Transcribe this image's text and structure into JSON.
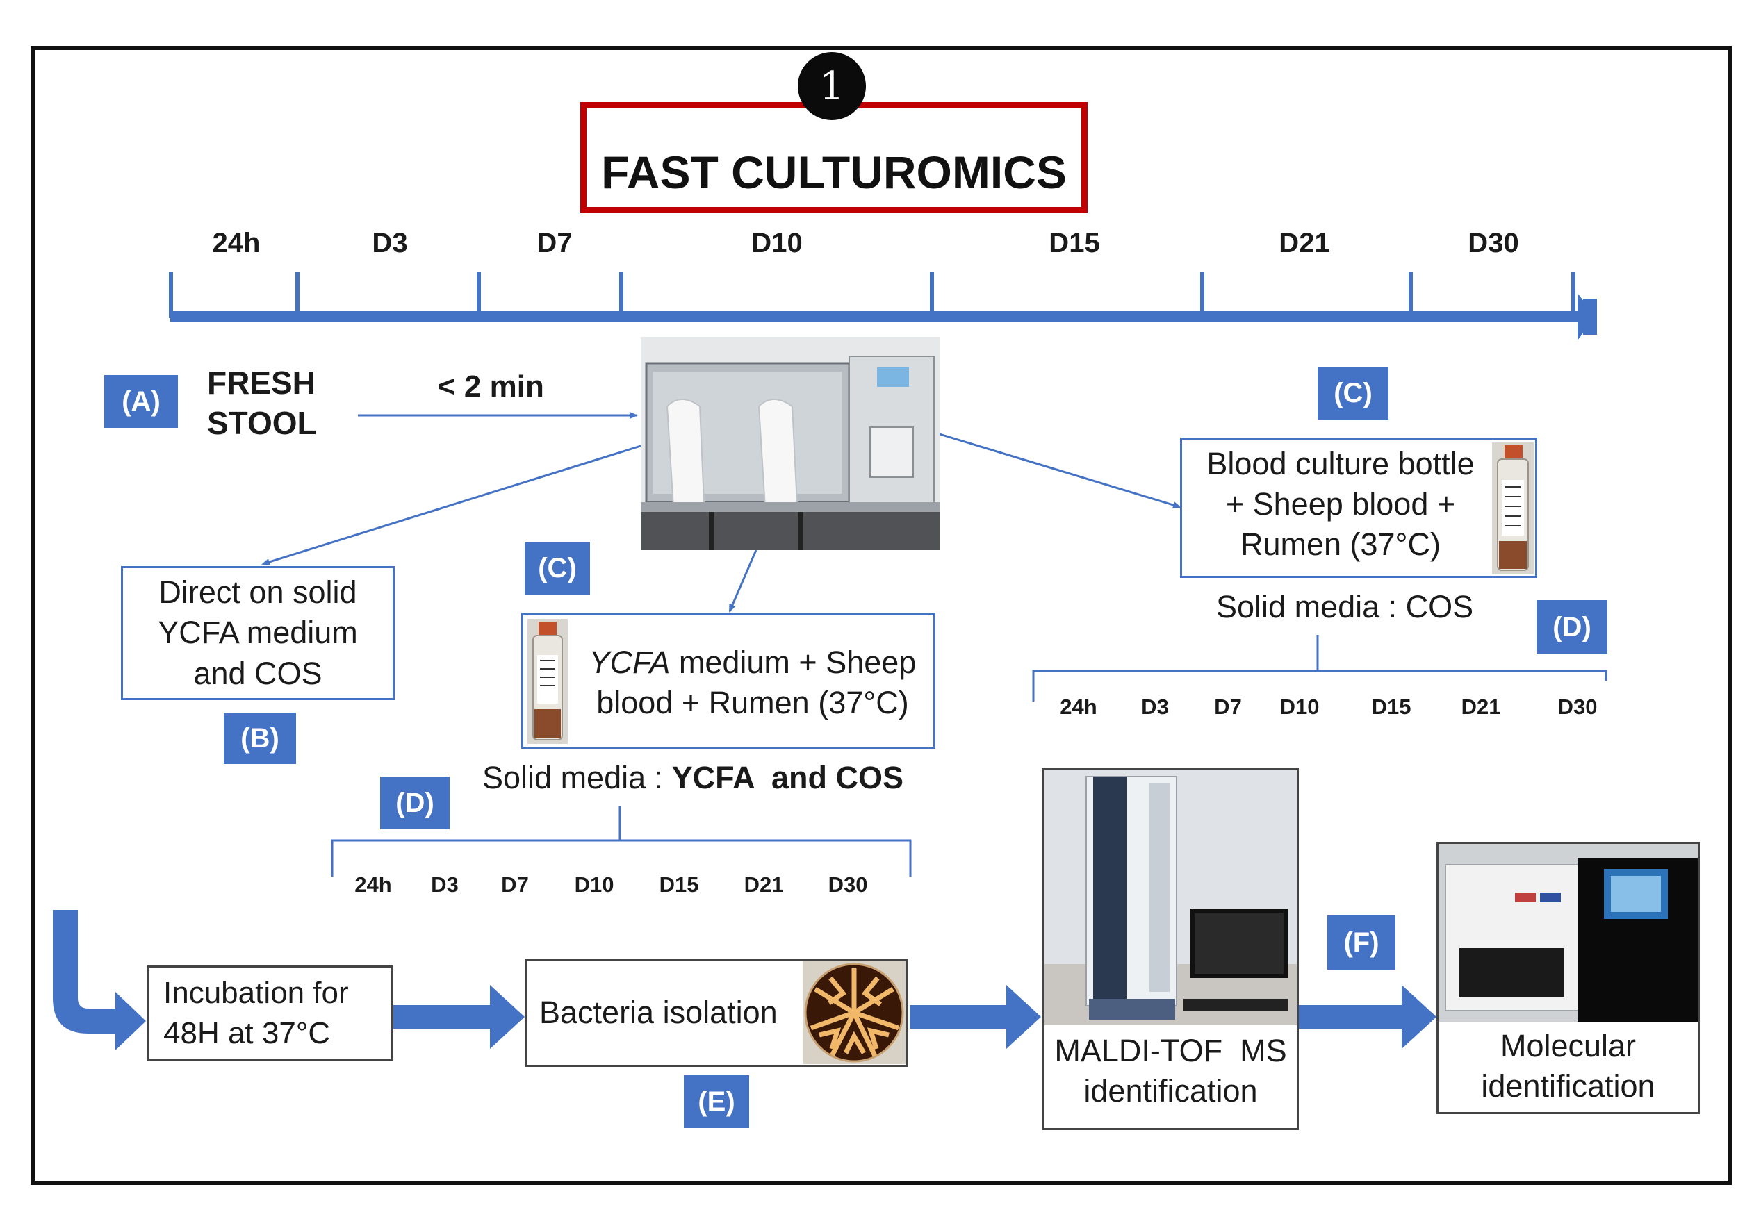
{
  "title": "FAST CULTUROMICS",
  "step_number": "1",
  "main_timeline": [
    "24h",
    "D3",
    "D7",
    "D10",
    "D15",
    "D21",
    "D30"
  ],
  "sub_timeline_left": [
    "24h",
    "D3",
    "D7",
    "D10",
    "D15",
    "D21",
    "D30"
  ],
  "sub_timeline_right": [
    "24h",
    "D3",
    "D7",
    "D10",
    "D15",
    "D21",
    "D30"
  ],
  "badges": {
    "a": "(A)",
    "b": "(B)",
    "c_left": "(C)",
    "c_right": "(C)",
    "d_left": "(D)",
    "d_right": "(D)",
    "e": "(E)",
    "f": "(F)"
  },
  "fresh_stool": {
    "line1": "FRESH",
    "line2": "STOOL"
  },
  "transfer_time": "< 2 min",
  "box_b": {
    "line1": "Direct on solid",
    "line2": "YCFA medium",
    "line3": "and COS"
  },
  "box_c_left": {
    "italic": "YCFA",
    "line1_rest": " medium + Sheep",
    "line2": "blood  + Rumen (37°C)"
  },
  "box_c_right": {
    "line1": "Blood culture bottle",
    "line2": "+ Sheep blood  +",
    "line3": "Rumen (37°C)"
  },
  "solid_media_left": {
    "prefix": "Solid media : ",
    "bold": "YCFA  and COS"
  },
  "solid_media_right": "Solid media : COS",
  "incubation": {
    "line1": "Incubation for",
    "line2": "48H at 37°C"
  },
  "isolation": "Bacteria isolation",
  "maldi": {
    "line1": "MALDI-TOF  MS",
    "line2": "identification"
  },
  "molecular": {
    "line1": "Molecular",
    "line2": "identification"
  },
  "colors": {
    "accent_blue": "#4472c4",
    "title_border": "#c00000"
  }
}
